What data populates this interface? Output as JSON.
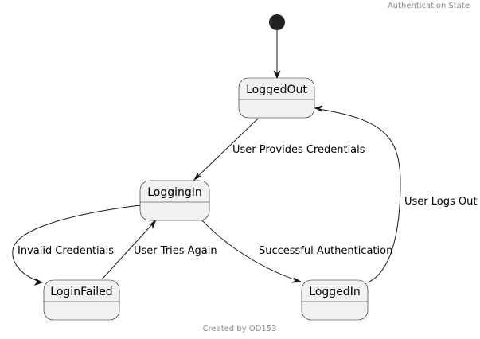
{
  "header": {
    "title": "Authentication State"
  },
  "footer": {
    "caption": "Created by OD153"
  },
  "states": {
    "logged_out": "LoggedOut",
    "logging_in": "LoggingIn",
    "login_failed": "LoginFailed",
    "logged_in": "LoggedIn"
  },
  "transitions": {
    "provides_credentials": "User Provides Credentials",
    "invalid_credentials": "Invalid Credentials",
    "tries_again": "User Tries Again",
    "successful_auth": "Successful Authentication",
    "logs_out": "User Logs Out"
  },
  "colors": {
    "state_fill": "#f1f1f1",
    "stroke": "#181818",
    "meta_text": "#888888"
  }
}
